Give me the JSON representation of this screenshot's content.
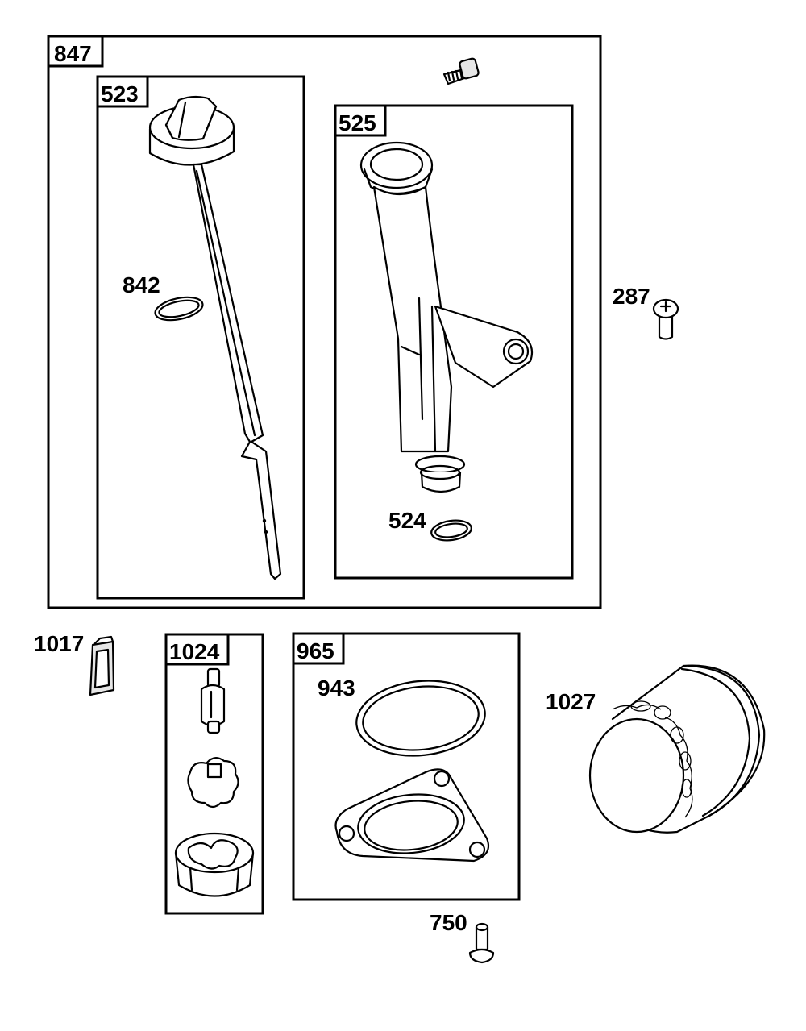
{
  "groups": {
    "g847": "847",
    "g523": "523",
    "g525": "525",
    "g1024": "1024",
    "g965": "965"
  },
  "parts": {
    "p842": "842",
    "p524": "524",
    "p287": "287",
    "p1017": "1017",
    "p943": "943",
    "p1027": "1027",
    "p750": "750"
  },
  "icons": [
    "dipstick-icon",
    "dipstick-tube-icon",
    "o-ring-icon",
    "screw-icon",
    "bolt-icon",
    "filter-element-icon",
    "oil-pump-shaft-icon",
    "oil-pump-rotor-icon",
    "oil-pump-housing-icon",
    "gasket-icon",
    "cover-plate-icon",
    "oil-filter-icon"
  ]
}
